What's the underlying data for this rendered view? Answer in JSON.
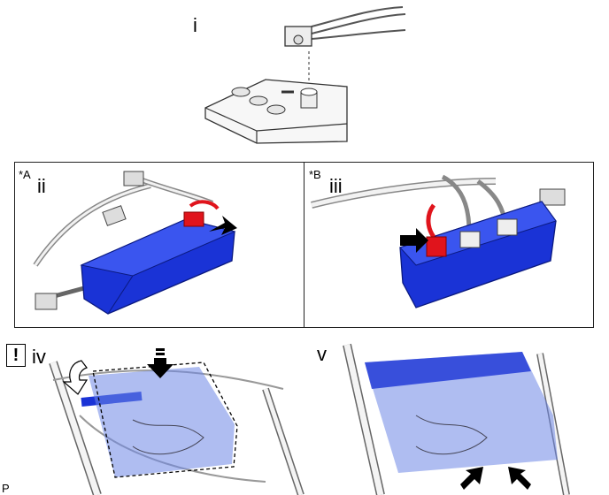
{
  "steps": {
    "step_i": "i",
    "step_ii": "ii",
    "step_iii": "iii",
    "step_iv": "iv",
    "step_v": "v"
  },
  "panels": {
    "panel_a_tag": "*A",
    "panel_b_tag": "*B"
  },
  "caution_mark": "!",
  "corner_code": "P",
  "colors": {
    "highlight_blue": "#1a33d6",
    "connector_red": "#e0141c",
    "panel_blue": "#6e86e6"
  },
  "icons": {
    "arrow": "black-pointer-arrow",
    "caution": "exclamation-box"
  }
}
